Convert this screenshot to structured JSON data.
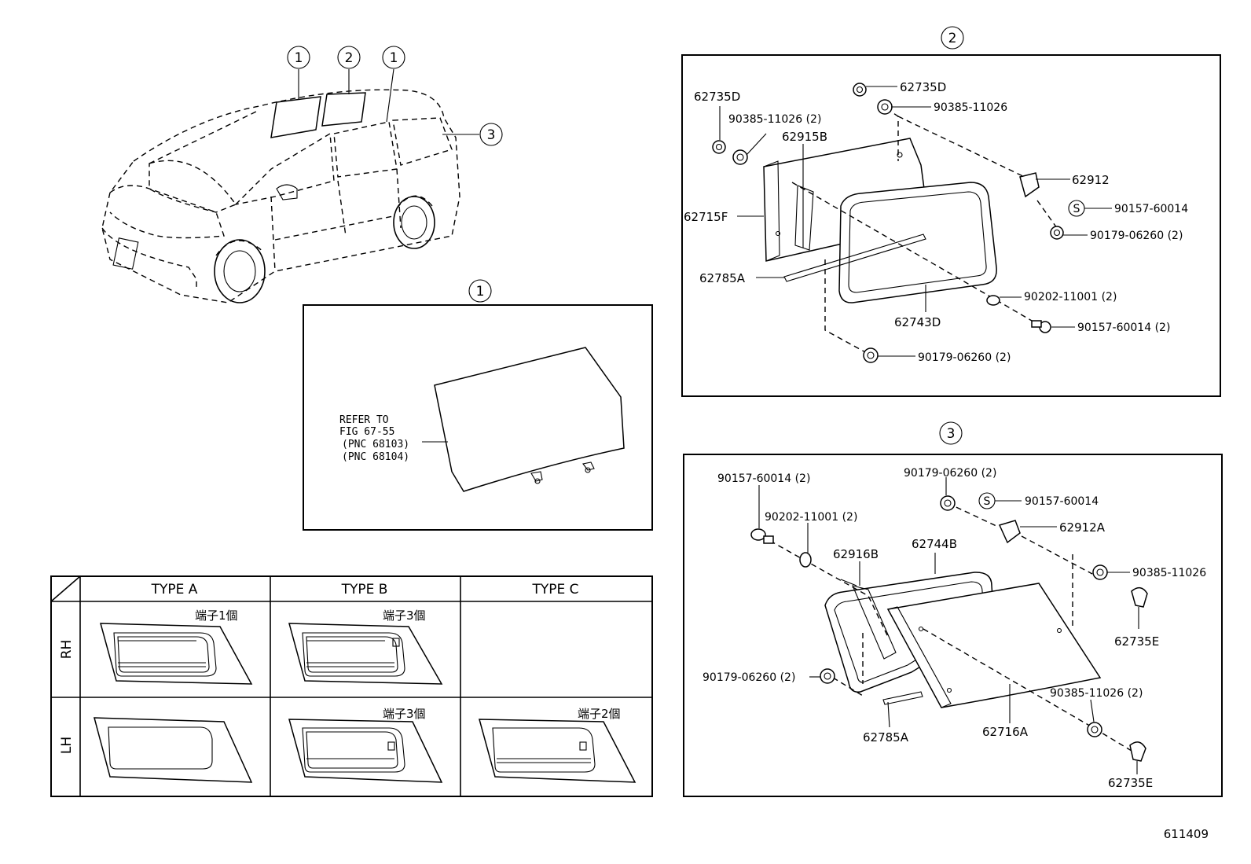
{
  "callouts": {
    "c1": "1",
    "c2": "2",
    "c3": "3"
  },
  "panel1": {
    "refer": [
      "REFER TO",
      "FIG 67-55",
      "(PNC 68103)",
      "(PNC 68104)"
    ]
  },
  "panel2": {
    "p62735D_a": "62735D",
    "p62735D_b": "62735D",
    "p90385_a": "90385-11026 (2)",
    "p90385_b": "90385-11026",
    "p62915B": "62915B",
    "p62912": "62912",
    "p90157_s": "90157-60014",
    "p90179_a": "90179-06260 (2)",
    "p62715F": "62715F",
    "p62785A": "62785A",
    "p90202": "90202-11001 (2)",
    "p62743D": "62743D",
    "p90157_b": "90157-60014 (2)",
    "p90179_b": "90179-06260 (2)",
    "s_mark": "S"
  },
  "panel3": {
    "p90157_a": "90157-60014 (2)",
    "p90179_a": "90179-06260 (2)",
    "p90157_s": "90157-60014",
    "p62912A": "62912A",
    "p90202": "90202-11001 (2)",
    "p62916B": "62916B",
    "p62744B": "62744B",
    "p90385_a": "90385-11026",
    "p62735E_a": "62735E",
    "p90179_b": "90179-06260 (2)",
    "p90385_b": "90385-11026 (2)",
    "p62785A": "62785A",
    "p62716A": "62716A",
    "p62735E_b": "62735E",
    "s_mark": "S"
  },
  "type_table": {
    "headers": [
      "TYPE A",
      "TYPE B",
      "TYPE C"
    ],
    "rows": [
      "RH",
      "LH"
    ],
    "notes": {
      "rh_a": "端子1個",
      "rh_b": "端子3個",
      "lh_b": "端子3個",
      "lh_c": "端子2個"
    }
  },
  "figure_number": "611409"
}
